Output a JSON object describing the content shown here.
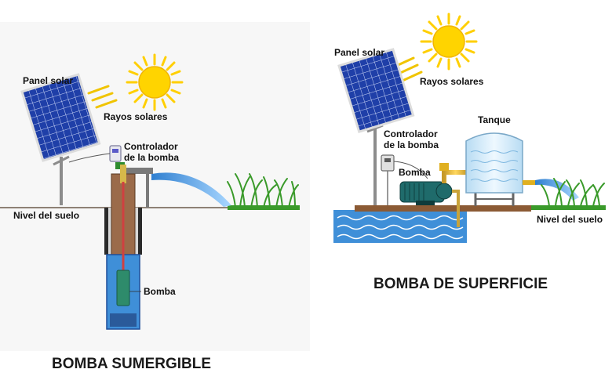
{
  "left": {
    "panel_label": "Panel solar",
    "rays_label": "Rayos solares",
    "controller_label_1": "Controlador",
    "controller_label_2": "de la bomba",
    "ground_label": "Nivel del suelo",
    "pump_label": "Bomba",
    "title": "BOMBA SUMERGIBLE"
  },
  "right": {
    "panel_label": "Panel solar",
    "rays_label": "Rayos solares",
    "controller_label_1": "Controlador",
    "controller_label_2": "de la bomba",
    "pump_label": "Bomba",
    "tank_label": "Tanque",
    "ground_label": "Nivel del suelo",
    "title": "BOMBA DE SUPERFICIE"
  },
  "colors": {
    "sun": "#ffd400",
    "panel": "#1f3fa8",
    "water": "#3f8fd8",
    "soil": "#8b5a34",
    "grass": "#3a9a2a",
    "pump_body": "#1f6b6b"
  }
}
